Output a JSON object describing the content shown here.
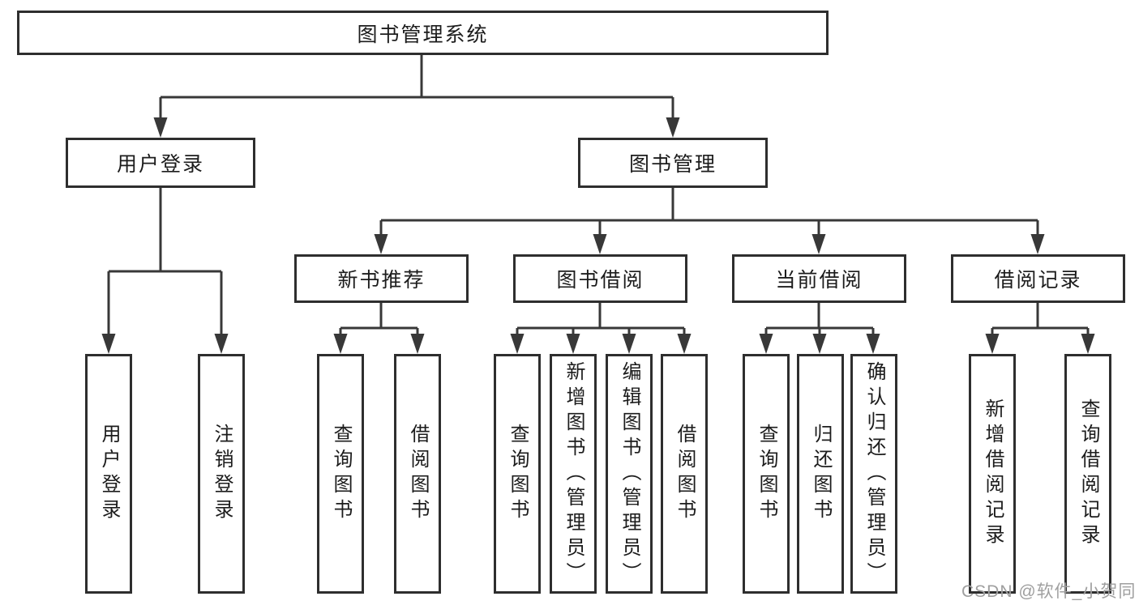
{
  "diagram_title": "图书管理系统",
  "level2": {
    "user_login": "用户登录",
    "book_management": "图书管理"
  },
  "level3": {
    "new_book_recommend": "新书推荐",
    "book_borrow": "图书借阅",
    "current_borrow": "当前借阅",
    "borrow_records": "借阅记录"
  },
  "leaves": {
    "login": [
      "用户登录",
      "注销登录"
    ],
    "recommend": [
      "查询图书",
      "借阅图书"
    ],
    "borrow": [
      "查询图书",
      "新增图书（管理员）",
      "编辑图书（管理员）",
      "借阅图书"
    ],
    "current": [
      "查询图书",
      "归还图书",
      "确认归还（管理员）"
    ],
    "records": [
      "新增借阅记录",
      "查询借阅记录"
    ]
  },
  "watermark": "CSDN @软件_小贺同学",
  "colors": {
    "line": "#383838",
    "border": "#2e2e2e",
    "text": "#1c1c1c",
    "watermark": "#9f9f9f"
  }
}
